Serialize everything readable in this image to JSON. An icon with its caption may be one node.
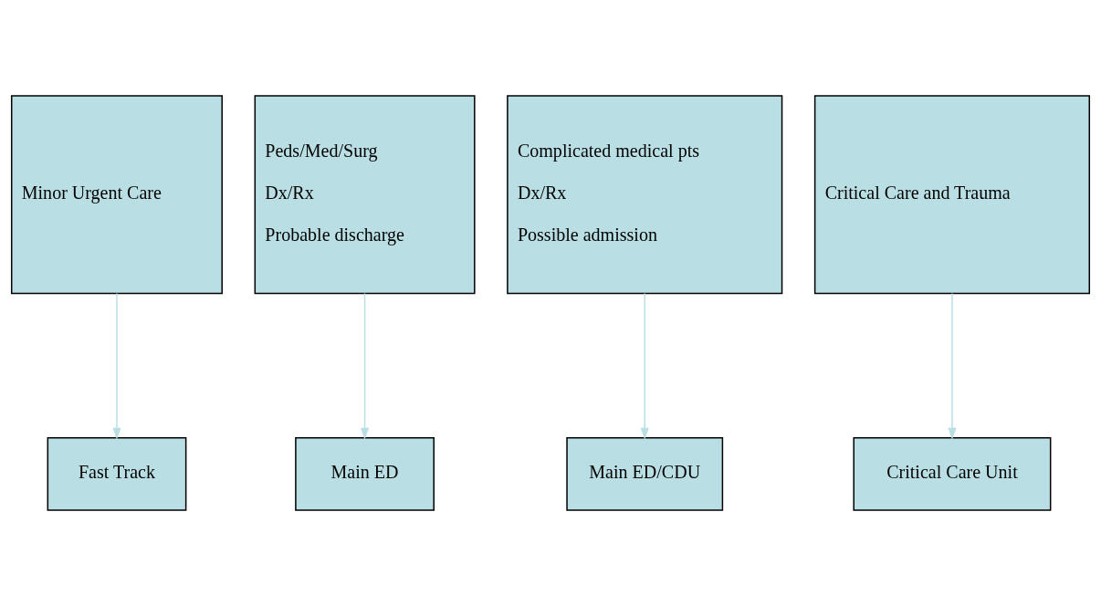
{
  "diagram": {
    "nodes": [
      {
        "text": [
          "Minor Urgent Care"
        ]
      },
      {
        "text": [
          "Peds/Med/Surg",
          "Dx/Rx",
          "Probable discharge"
        ]
      },
      {
        "text": [
          "Complicated medical pts",
          "Dx/Rx",
          "Possible admission"
        ]
      },
      {
        "text": [
          "Critical Care and Trauma"
        ]
      },
      {
        "text": [
          "Fast Track"
        ]
      },
      {
        "text": [
          "Main ED"
        ]
      },
      {
        "text": [
          "Main ED/CDU"
        ]
      },
      {
        "text": [
          "Critical Care Unit"
        ]
      }
    ],
    "edges": [
      {
        "from": 0,
        "to": 4,
        "arrow": "to"
      },
      {
        "from": 1,
        "to": 5,
        "arrow": "to"
      },
      {
        "from": 2,
        "to": 6,
        "arrow": "to"
      },
      {
        "from": 3,
        "to": 7,
        "arrow": "to"
      }
    ]
  }
}
